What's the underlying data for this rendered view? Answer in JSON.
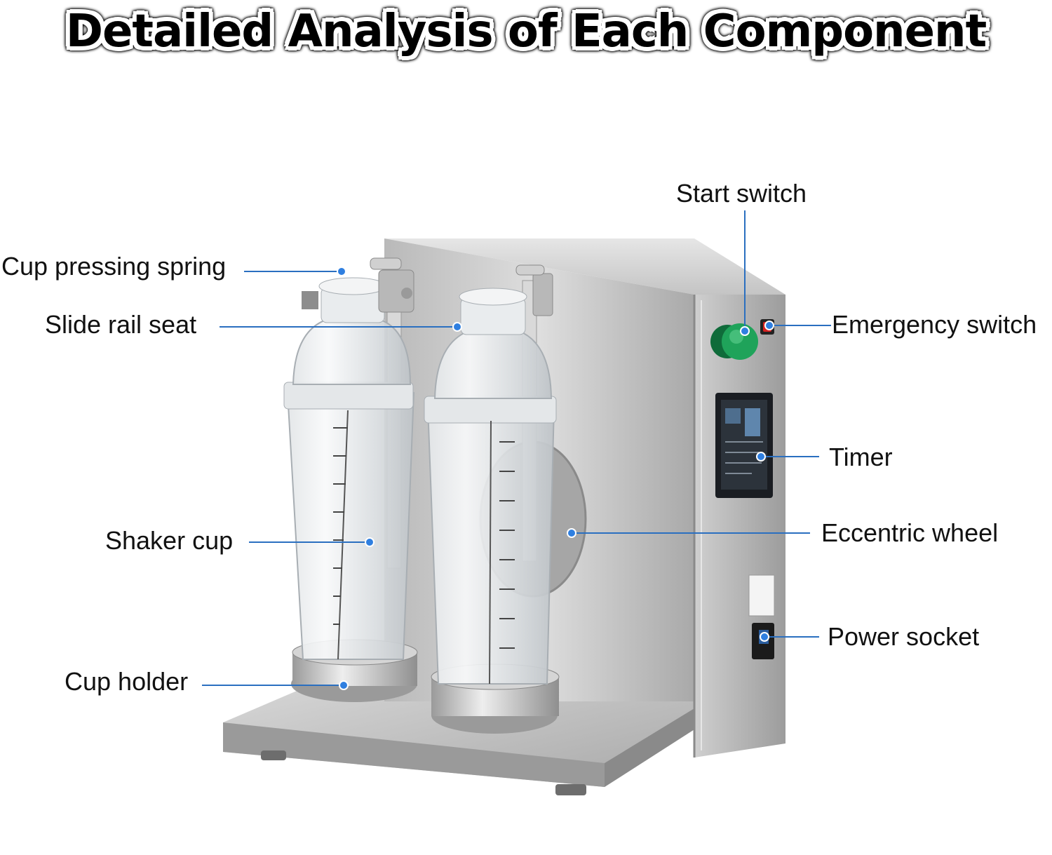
{
  "title": "Detailed Analysis of Each Component",
  "labels": {
    "start_switch": "Start switch",
    "cup_pressing_spring": "Cup pressing spring",
    "slide_rail_seat": "Slide rail seat",
    "emergency_switch": "Emergency switch",
    "timer": "Timer",
    "shaker_cup": "Shaker cup",
    "eccentric_wheel": "Eccentric wheel",
    "power_socket": "Power socket",
    "cup_holder": "Cup holder"
  },
  "colors": {
    "leader_line": "#2a6fc0",
    "dot": "#2f7fe0",
    "steel": "#c9c9c9",
    "start_button": "#1fa35a",
    "emergency_button": "#d42020"
  }
}
